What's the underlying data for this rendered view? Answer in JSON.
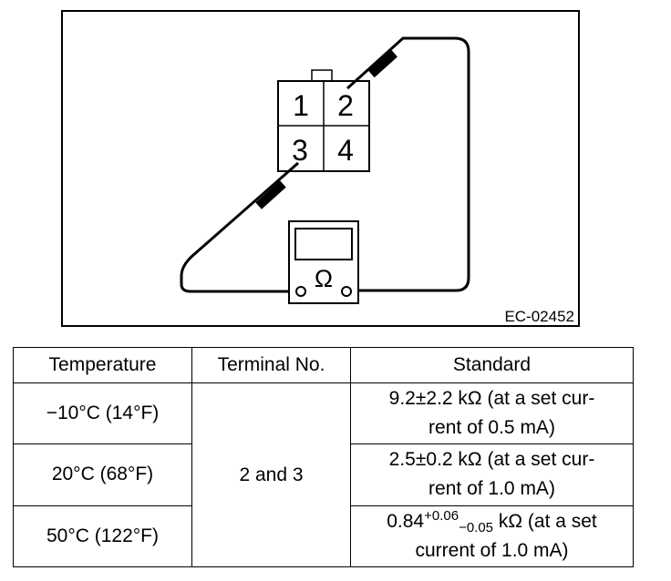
{
  "figure": {
    "code": "EC-02452",
    "terminals": [
      "1",
      "2",
      "3",
      "4"
    ],
    "meter_symbol": "Ω"
  },
  "table": {
    "headers": [
      "Temperature",
      "Terminal No.",
      "Standard"
    ],
    "terminal": "2 and 3",
    "rows": [
      {
        "temperature": "−10°C (14°F)",
        "standard_line1": "9.2±2.2 kΩ (at a set cur-",
        "standard_line2": "rent of 0.5 mA)"
      },
      {
        "temperature": "20°C (68°F)",
        "standard_line1": "2.5±0.2 kΩ (at a set cur-",
        "standard_line2": "rent of 1.0 mA)"
      },
      {
        "temperature": "50°C (122°F)",
        "standard_base": "0.84",
        "standard_sup": "+0.06",
        "standard_sub": "−0.05",
        "standard_rest": " kΩ (at a set",
        "standard_line2": "current of 1.0 mA)"
      }
    ]
  }
}
